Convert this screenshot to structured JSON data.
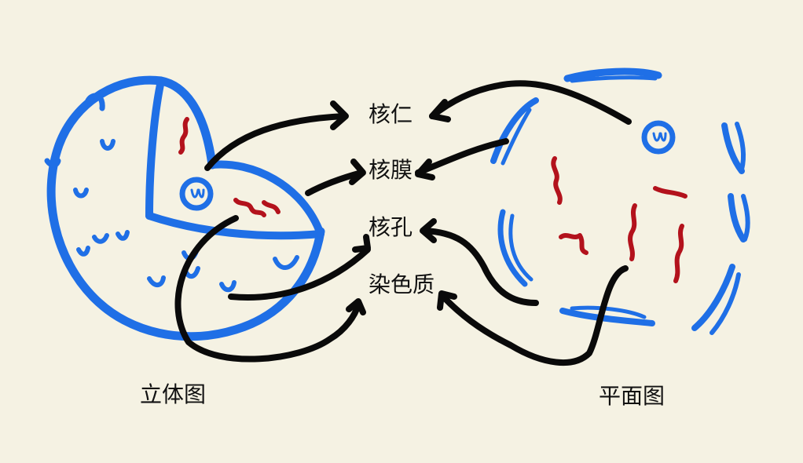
{
  "labels": {
    "nucleolus": "核仁",
    "nuclear_envelope": "核膜",
    "nuclear_pore": "核孔",
    "chromatin": "染色质",
    "view_3d": "立体图",
    "view_2d": "平面图"
  },
  "colors": {
    "background": "#f5f2e3",
    "membrane": "#1f6fe6",
    "chromatin": "#b3121c",
    "arrow": "#0a0a0a"
  }
}
